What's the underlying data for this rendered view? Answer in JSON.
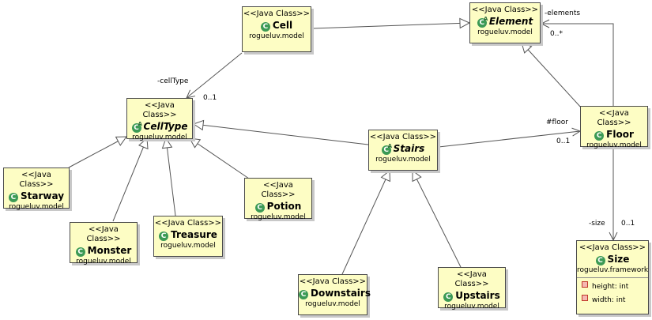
{
  "stereotype": "<<Java Class>>",
  "classes": {
    "cell": {
      "name": "Cell",
      "package": "rogueluv.model"
    },
    "element": {
      "name": "Element",
      "package": "rogueluv.model"
    },
    "celltype": {
      "name": "CellType",
      "package": "rogueluv.model"
    },
    "stairs": {
      "name": "Stairs",
      "package": "rogueluv.model"
    },
    "floor": {
      "name": "Floor",
      "package": "rogueluv.model"
    },
    "starway": {
      "name": "Starway",
      "package": "rogueluv.model"
    },
    "monster": {
      "name": "Monster",
      "package": "rogueluv.model"
    },
    "treasure": {
      "name": "Treasure",
      "package": "rogueluv.model"
    },
    "potion": {
      "name": "Potion",
      "package": "rogueluv.model"
    },
    "size": {
      "name": "Size",
      "package": "rogueluv.framework",
      "attributes": [
        "height: int",
        "width: int"
      ]
    },
    "downstairs": {
      "name": "Downstairs",
      "package": "rogueluv.model"
    },
    "upstairs": {
      "name": "Upstairs",
      "package": "rogueluv.model"
    }
  },
  "labels": {
    "celltype_role": "-cellType",
    "celltype_mult": "0..1",
    "elements_role": "-elements",
    "elements_mult": "0..*",
    "floor_role": "#floor",
    "floor_mult": "0..1",
    "size_role": "-size",
    "size_mult": "0..1"
  }
}
